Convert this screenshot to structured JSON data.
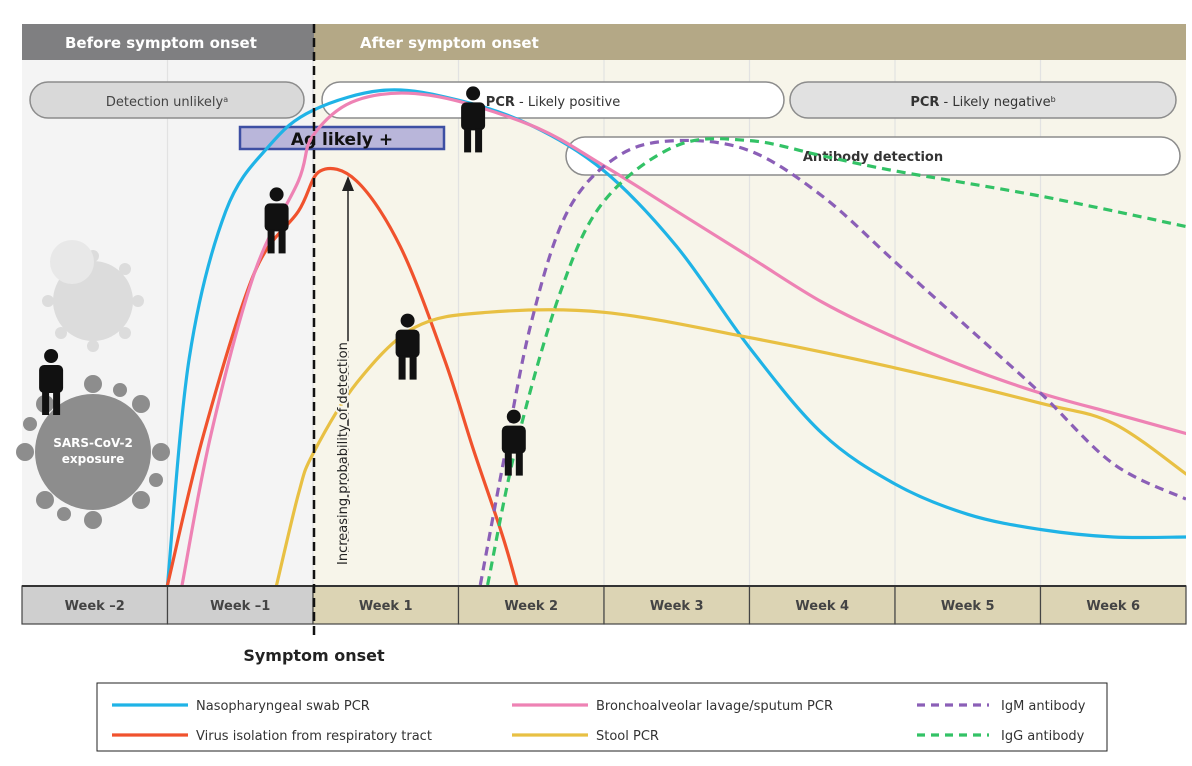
{
  "chart_data": {
    "type": "line",
    "phase_headers": {
      "before": "Before symptom onset",
      "after": "After symptom onset"
    },
    "status_bars": {
      "detection_unlikely": "Detection unlikely",
      "detection_unlikely_sup": "a",
      "pcr_positive_bold": "PCR",
      "pcr_positive_rest": " - Likely positive",
      "pcr_negative_bold": "PCR",
      "pcr_negative_rest": " - Likely negative",
      "pcr_negative_sup": "b",
      "antibody": "Antibody detection",
      "antigen": "Ag likely +"
    },
    "exposure_label_line1": "SARS-CoV-2",
    "exposure_label_line2": "exposure",
    "ylabel": "Increasing probability of detection",
    "x_categories": [
      "Week –2",
      "Week –1",
      "Week 1",
      "Week 2",
      "Week 3",
      "Week 4",
      "Week 5",
      "Week 6"
    ],
    "xlim": [
      -2,
      6
    ],
    "ylim": [
      0,
      1
    ],
    "symptom_onset_label": "Symptom onset",
    "symptom_onset_x": 0,
    "series": [
      {
        "name": "Nasopharyngeal swab PCR",
        "color": "#1fb3e6",
        "dash": false,
        "points": [
          [
            -1.0,
            0.0
          ],
          [
            -0.85,
            0.45
          ],
          [
            -0.6,
            0.74
          ],
          [
            -0.3,
            0.87
          ],
          [
            0.0,
            0.94
          ],
          [
            0.5,
            0.98
          ],
          [
            1.0,
            0.96
          ],
          [
            1.5,
            0.91
          ],
          [
            2.0,
            0.82
          ],
          [
            2.5,
            0.67
          ],
          [
            3.0,
            0.47
          ],
          [
            3.5,
            0.3
          ],
          [
            4.0,
            0.2
          ],
          [
            4.5,
            0.14
          ],
          [
            5.0,
            0.11
          ],
          [
            5.5,
            0.095
          ],
          [
            6.0,
            0.095
          ]
        ]
      },
      {
        "name": "Virus isolation from respiratory tract",
        "color": "#f0522d",
        "dash": false,
        "points": [
          [
            -1.0,
            0.0
          ],
          [
            -0.75,
            0.3
          ],
          [
            -0.4,
            0.62
          ],
          [
            -0.1,
            0.74
          ],
          [
            0.05,
            0.82
          ],
          [
            0.3,
            0.8
          ],
          [
            0.6,
            0.67
          ],
          [
            0.9,
            0.45
          ],
          [
            1.1,
            0.27
          ],
          [
            1.3,
            0.1
          ],
          [
            1.4,
            0.0
          ]
        ]
      },
      {
        "name": "Bronchoalveolar lavage/sputum PCR",
        "color": "#ee82b4",
        "dash": false,
        "points": [
          [
            -0.9,
            0.0
          ],
          [
            -0.7,
            0.3
          ],
          [
            -0.4,
            0.62
          ],
          [
            -0.1,
            0.8
          ],
          [
            0.0,
            0.89
          ],
          [
            0.3,
            0.96
          ],
          [
            0.8,
            0.97
          ],
          [
            1.5,
            0.91
          ],
          [
            2.0,
            0.83
          ],
          [
            2.5,
            0.74
          ],
          [
            3.0,
            0.65
          ],
          [
            3.5,
            0.56
          ],
          [
            4.0,
            0.49
          ],
          [
            4.5,
            0.43
          ],
          [
            5.0,
            0.38
          ],
          [
            5.5,
            0.34
          ],
          [
            6.0,
            0.3
          ]
        ]
      },
      {
        "name": "Stool PCR",
        "color": "#e8c043",
        "dash": false,
        "points": [
          [
            -0.25,
            0.0
          ],
          [
            -0.1,
            0.18
          ],
          [
            0.0,
            0.26
          ],
          [
            0.3,
            0.4
          ],
          [
            0.7,
            0.51
          ],
          [
            1.2,
            0.54
          ],
          [
            2.0,
            0.54
          ],
          [
            3.0,
            0.49
          ],
          [
            4.0,
            0.43
          ],
          [
            5.0,
            0.36
          ],
          [
            5.5,
            0.32
          ],
          [
            6.0,
            0.22
          ]
        ]
      },
      {
        "name": "IgM antibody",
        "color": "#8b5fb7",
        "dash": true,
        "points": [
          [
            1.15,
            0.0
          ],
          [
            1.3,
            0.23
          ],
          [
            1.5,
            0.52
          ],
          [
            1.75,
            0.74
          ],
          [
            2.1,
            0.85
          ],
          [
            2.5,
            0.88
          ],
          [
            3.0,
            0.86
          ],
          [
            3.5,
            0.77
          ],
          [
            4.0,
            0.64
          ],
          [
            4.5,
            0.51
          ],
          [
            5.0,
            0.38
          ],
          [
            5.5,
            0.24
          ],
          [
            6.0,
            0.17
          ]
        ]
      },
      {
        "name": "IgG antibody",
        "color": "#33c266",
        "dash": true,
        "points": [
          [
            1.2,
            0.0
          ],
          [
            1.4,
            0.28
          ],
          [
            1.7,
            0.58
          ],
          [
            2.0,
            0.76
          ],
          [
            2.5,
            0.87
          ],
          [
            3.0,
            0.88
          ],
          [
            3.5,
            0.85
          ],
          [
            4.0,
            0.82
          ],
          [
            5.0,
            0.77
          ],
          [
            6.0,
            0.71
          ]
        ]
      }
    ],
    "legend": {
      "items": [
        {
          "label": "Nasopharyngeal swab PCR",
          "color": "#1fb3e6",
          "dash": false
        },
        {
          "label": "Bronchoalveolar lavage/sputum PCR",
          "color": "#ee82b4",
          "dash": false
        },
        {
          "label": "IgM antibody",
          "color": "#8b5fb7",
          "dash": true
        },
        {
          "label": "Virus isolation from respiratory tract",
          "color": "#f0522d",
          "dash": false
        },
        {
          "label": "Stool PCR",
          "color": "#e8c043",
          "dash": false
        },
        {
          "label": "IgG antibody",
          "color": "#33c266",
          "dash": true
        }
      ]
    },
    "colors": {
      "before_header": "#7f7f81",
      "after_header": "#b4a886",
      "before_bg": "#f4f4f4",
      "after_bg": "#f7f5ea",
      "axis_before": "#cfcfcf",
      "axis_after": "#dcd4b4",
      "antigen_fill": "#b9b6da",
      "antigen_stroke": "#3d4fa3"
    }
  }
}
